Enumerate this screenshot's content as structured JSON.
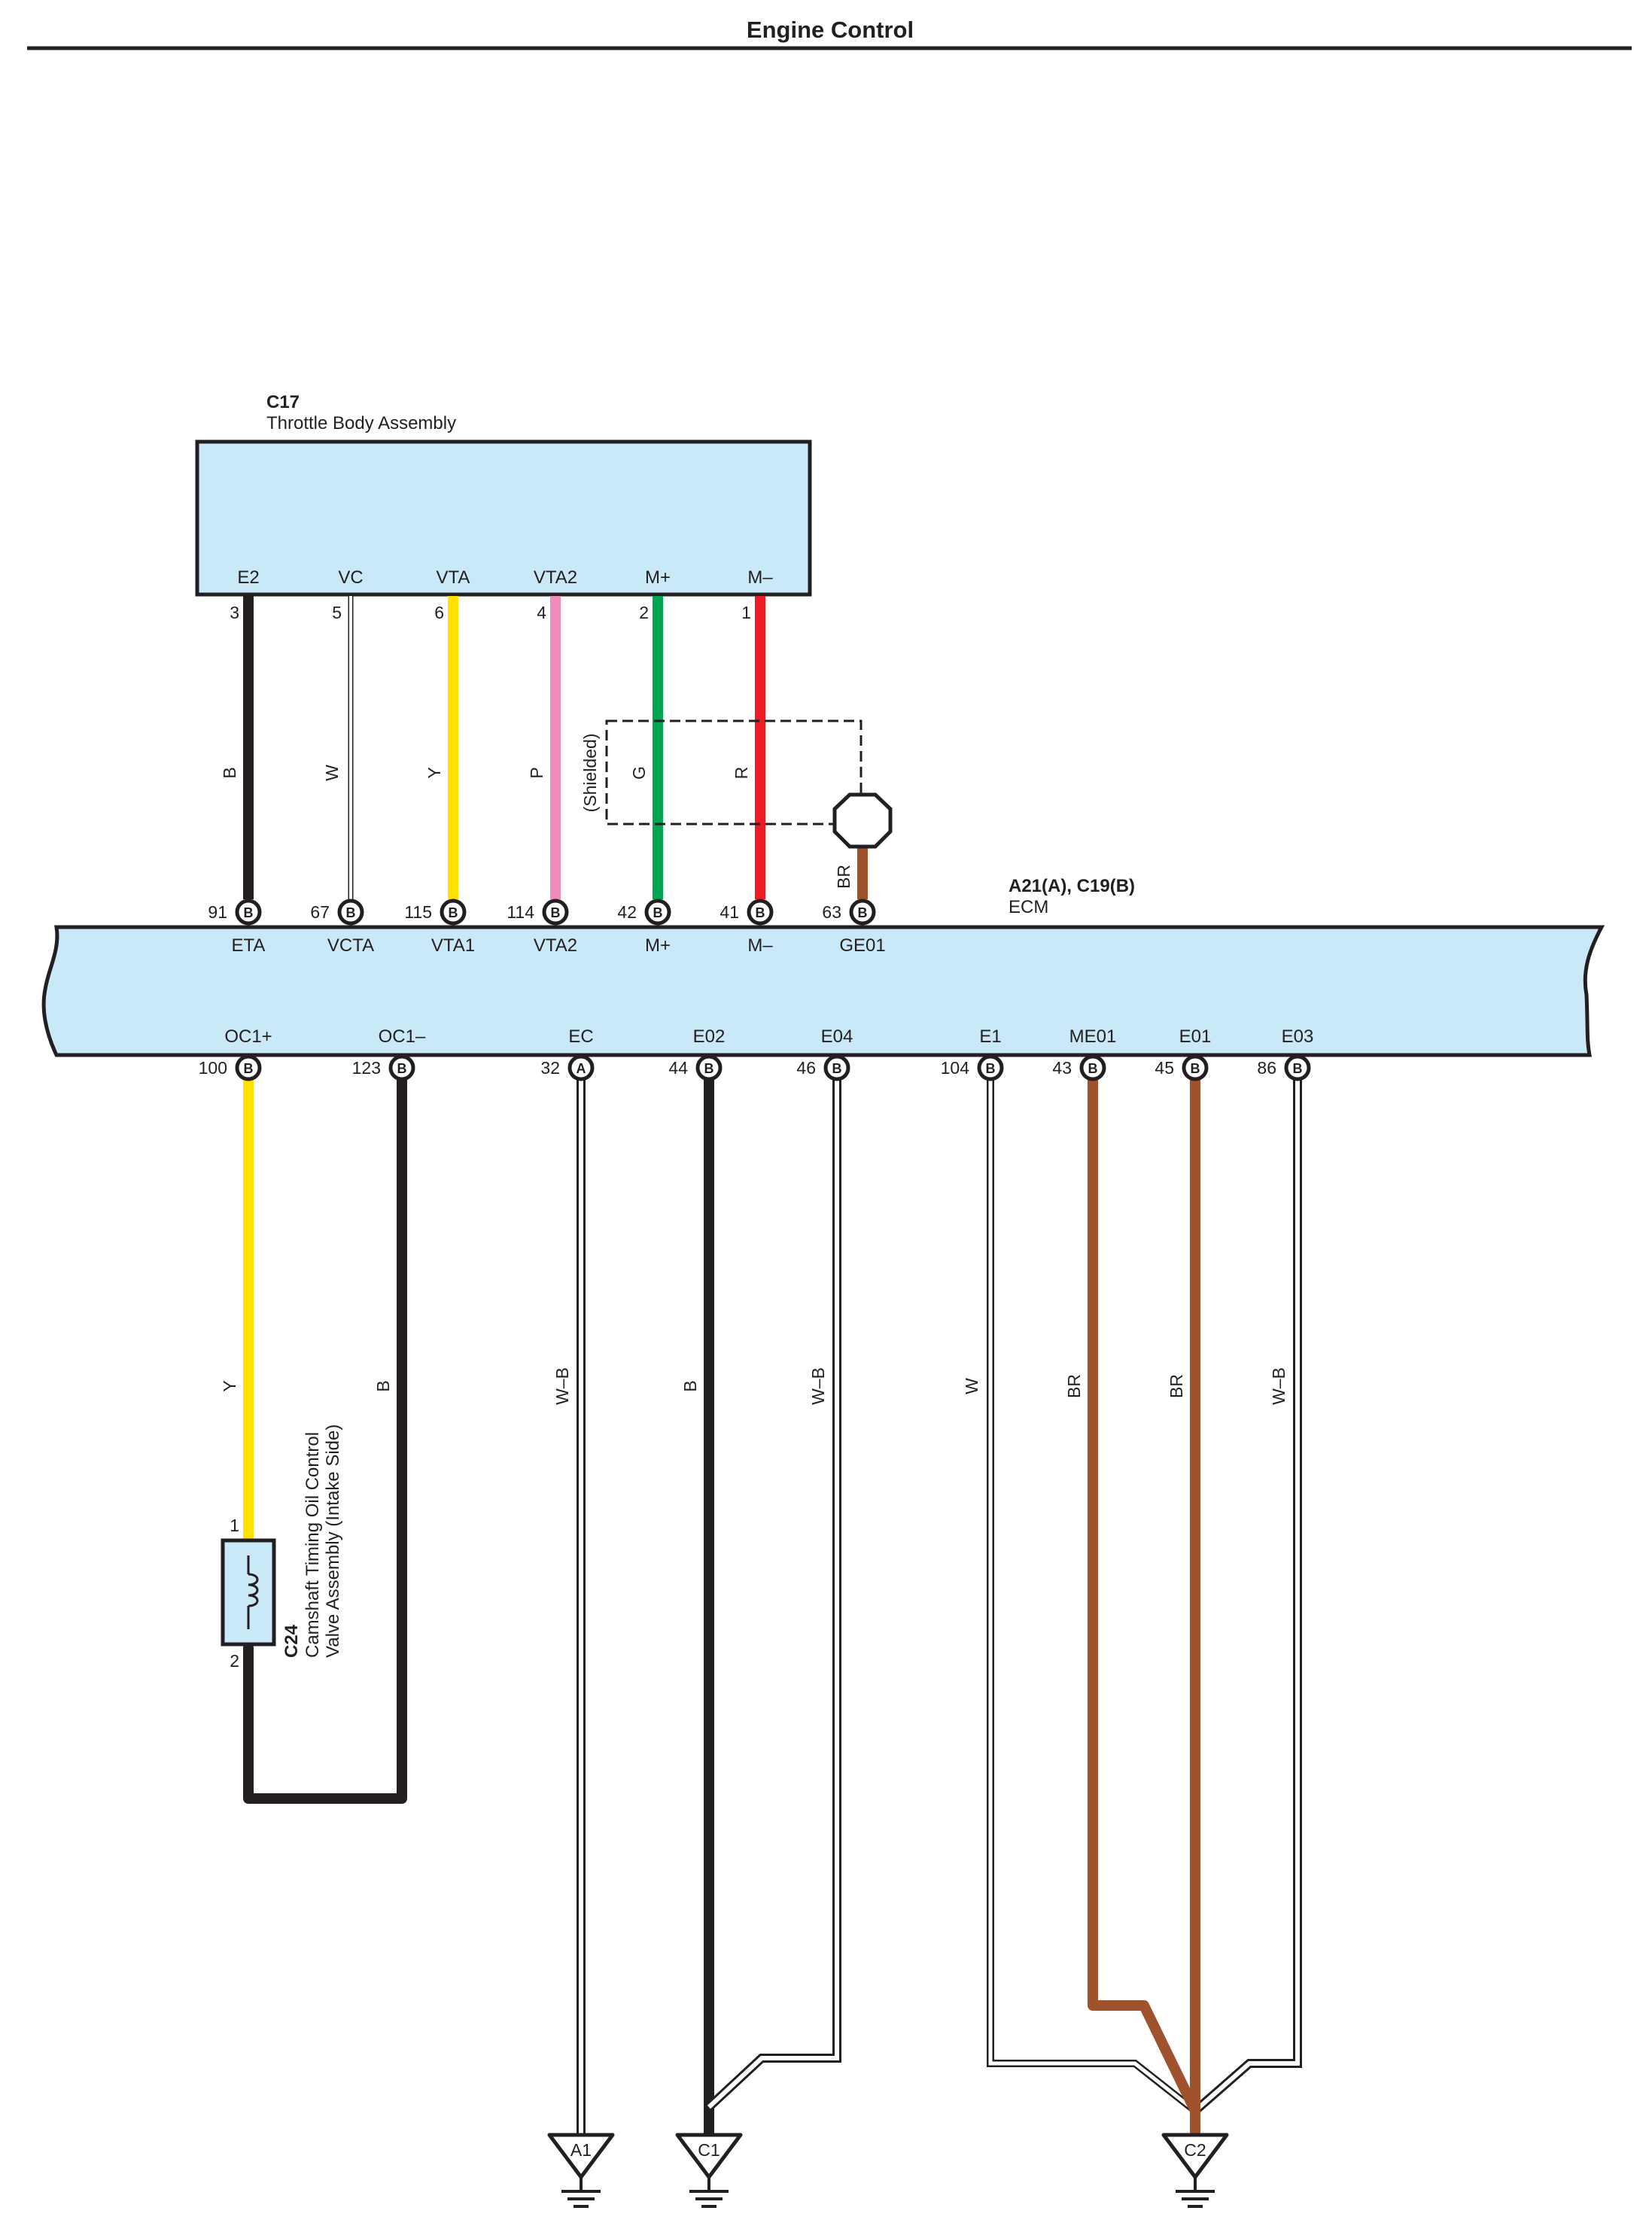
{
  "title": "Engine Control",
  "colors": {
    "B": "#231f20",
    "W": "#ffffff",
    "Y": "#ffe000",
    "P": "#f08cbc",
    "G": "#00a651",
    "R": "#ed1c24",
    "BR": "#a0522d",
    "W-B": "#ffffff",
    "box_fill": "#c9e9f8",
    "outline": "#231f20"
  },
  "throttle": {
    "id": "C17",
    "name": "Throttle Body Assembly",
    "pins": [
      {
        "label": "E2",
        "num": "3"
      },
      {
        "label": "VC",
        "num": "5"
      },
      {
        "label": "VTA",
        "num": "6"
      },
      {
        "label": "VTA2",
        "num": "4"
      },
      {
        "label": "M+",
        "num": "2"
      },
      {
        "label": "M–",
        "num": "1"
      }
    ]
  },
  "shield_label": "(Shielded)",
  "ecm": {
    "id": "A21(A), C19(B)",
    "name": "ECM",
    "top_pins": [
      {
        "num": "91",
        "conn": "B",
        "label": "ETA",
        "color": "B"
      },
      {
        "num": "67",
        "conn": "B",
        "label": "VCTA",
        "color": "W"
      },
      {
        "num": "115",
        "conn": "B",
        "label": "VTA1",
        "color": "Y"
      },
      {
        "num": "114",
        "conn": "B",
        "label": "VTA2",
        "color": "P"
      },
      {
        "num": "42",
        "conn": "B",
        "label": "M+",
        "color": "G"
      },
      {
        "num": "41",
        "conn": "B",
        "label": "M–",
        "color": "R"
      },
      {
        "num": "63",
        "conn": "B",
        "label": "GE01",
        "color": "BR"
      }
    ],
    "bottom_pins": [
      {
        "num": "100",
        "conn": "B",
        "label": "OC1+",
        "color": "Y"
      },
      {
        "num": "123",
        "conn": "B",
        "label": "OC1–",
        "color": "B"
      },
      {
        "num": "32",
        "conn": "A",
        "label": "EC",
        "color": "W–B"
      },
      {
        "num": "44",
        "conn": "B",
        "label": "E02",
        "color": "B"
      },
      {
        "num": "46",
        "conn": "B",
        "label": "E04",
        "color": "W–B"
      },
      {
        "num": "104",
        "conn": "B",
        "label": "E1",
        "color": "W"
      },
      {
        "num": "43",
        "conn": "B",
        "label": "ME01",
        "color": "BR"
      },
      {
        "num": "45",
        "conn": "B",
        "label": "E01",
        "color": "BR"
      },
      {
        "num": "86",
        "conn": "B",
        "label": "E03",
        "color": "W–B"
      }
    ]
  },
  "ocv": {
    "id": "C24",
    "name_line1": "Camshaft Timing Oil Control",
    "name_line2": "Valve Assembly (Intake Side)",
    "pin_top": "1",
    "pin_bottom": "2"
  },
  "grounds": [
    "A1",
    "C1",
    "C2"
  ]
}
